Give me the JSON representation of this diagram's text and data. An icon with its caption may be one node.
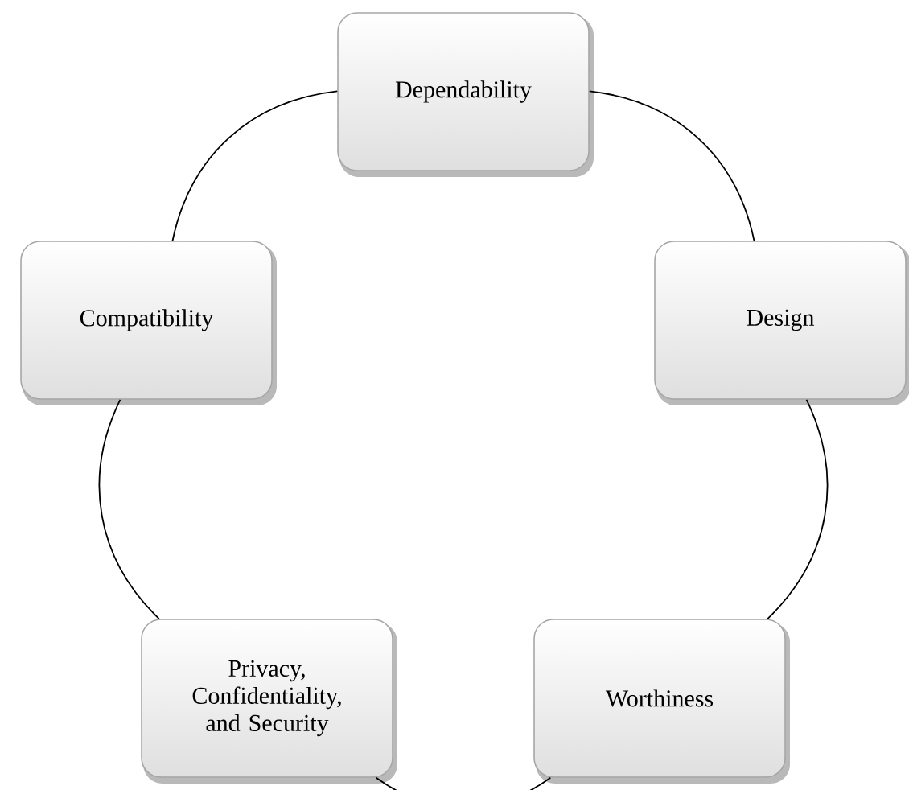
{
  "diagram": {
    "nodes": [
      {
        "text": [
          "Dependability"
        ]
      },
      {
        "text": [
          "Design"
        ]
      },
      {
        "text": [
          "Worthiness"
        ]
      },
      {
        "text": [
          "Privacy, Confidentiality, and Security"
        ]
      },
      {
        "text": [
          "Compatibility"
        ]
      }
    ],
    "edges": [
      {
        "from": 0,
        "to": 1,
        "arrow": "none"
      },
      {
        "from": 1,
        "to": 2,
        "arrow": "none"
      },
      {
        "from": 2,
        "to": 3,
        "arrow": "none"
      },
      {
        "from": 3,
        "to": 4,
        "arrow": "none"
      },
      {
        "from": 4,
        "to": 0,
        "arrow": "none"
      }
    ]
  }
}
